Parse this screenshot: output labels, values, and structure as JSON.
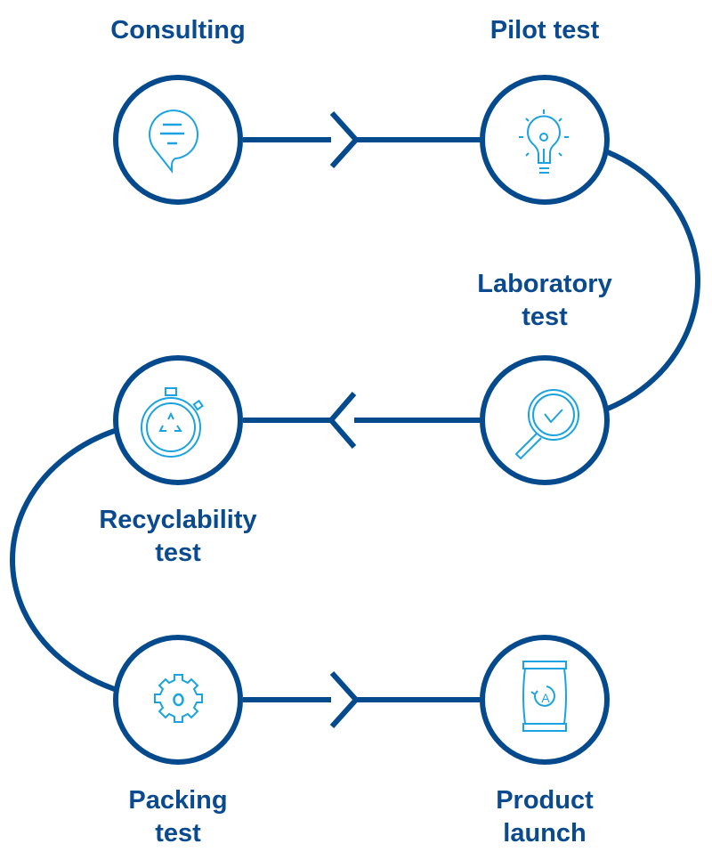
{
  "colors": {
    "primary": "#064a8e",
    "accent": "#1aa3e0"
  },
  "steps": [
    {
      "label_line1": "Consulting",
      "label_line2": "",
      "icon": "speech-bubble-icon"
    },
    {
      "label_line1": "Pilot test",
      "label_line2": "",
      "icon": "lightbulb-icon"
    },
    {
      "label_line1": "Laboratory",
      "label_line2": "test",
      "icon": "magnifier-check-icon"
    },
    {
      "label_line1": "Recyclability",
      "label_line2": "test",
      "icon": "stopwatch-recycle-icon"
    },
    {
      "label_line1": "Packing",
      "label_line2": "test",
      "icon": "gear-icon"
    },
    {
      "label_line1": "Product",
      "label_line2": "launch",
      "icon": "package-icon"
    }
  ]
}
